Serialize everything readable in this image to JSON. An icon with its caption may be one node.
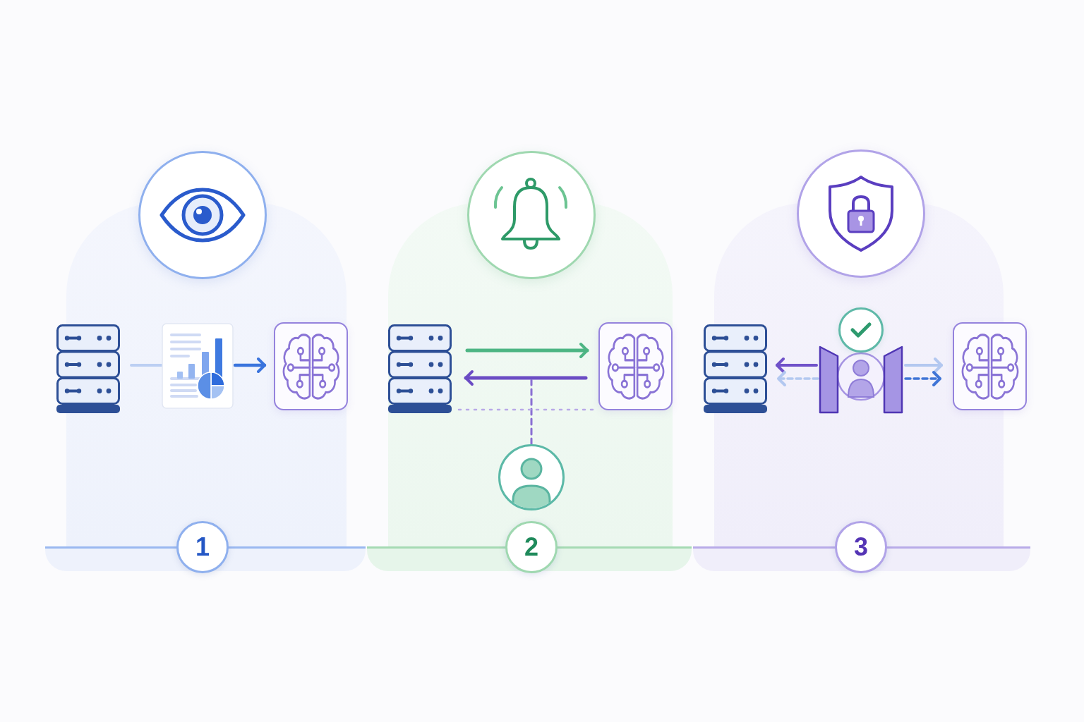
{
  "diagram": {
    "nodes": [
      {
        "text": [],
        "shape": "picture"
      },
      {
        "text": [],
        "shape": "picture"
      },
      {
        "text": [],
        "shape": "box"
      },
      {
        "text": [
          "1"
        ]
      },
      {
        "text": [],
        "shape": "picture"
      },
      {
        "text": [],
        "shape": "box"
      },
      {
        "text": [],
        "shape": "person"
      },
      {
        "text": [
          "2"
        ]
      },
      {
        "text": [],
        "shape": "picture"
      },
      {
        "text": [],
        "shape": "picture"
      },
      {
        "text": [],
        "shape": "box"
      },
      {
        "text": [
          "3"
        ]
      }
    ],
    "edges": [
      {
        "from": 0,
        "to": 1,
        "arrow": "none",
        "color": "#bccff3"
      },
      {
        "from": 1,
        "to": 2,
        "arrow": "to",
        "color": "#3a74dd"
      },
      {
        "from": 4,
        "to": 5,
        "arrow": "to",
        "color": "#4db583"
      },
      {
        "from": 5,
        "to": 4,
        "arrow": "to",
        "color": "#6b4cc4"
      },
      {
        "from": 6,
        "to": null,
        "arrow": "none",
        "style": "dashed",
        "color": "#8a6fd3"
      },
      {
        "from": 4,
        "to": 5,
        "arrow": "none",
        "style": "dashed",
        "color": "#b9a9e8"
      },
      {
        "from": 9,
        "to": 8,
        "arrow": "to",
        "color": "#7052c9"
      },
      {
        "from": 9,
        "to": 8,
        "arrow": "to",
        "style": "dashed",
        "color": "#b3c8f0"
      },
      {
        "from": 9,
        "to": 10,
        "arrow": "to",
        "color": "#b3c8f0"
      },
      {
        "from": 9,
        "to": 10,
        "arrow": "to",
        "style": "dashed",
        "color": "#3f74d6"
      }
    ]
  }
}
